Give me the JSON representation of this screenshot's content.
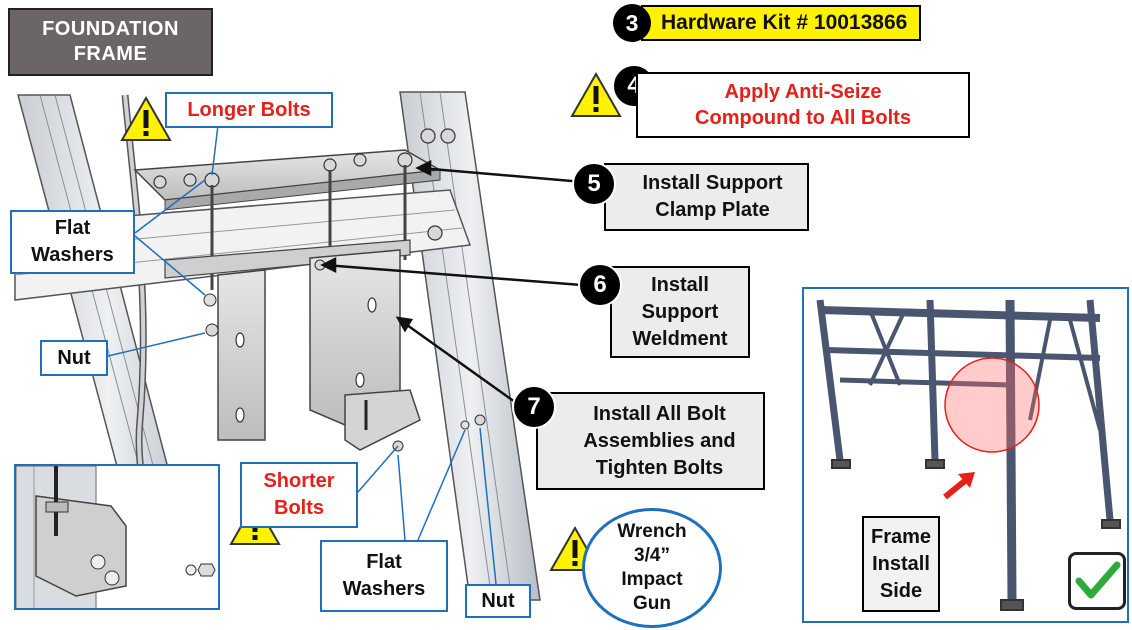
{
  "title": {
    "line1": "FOUNDATION",
    "line2": "FRAME"
  },
  "hardware_kit": {
    "step": "3",
    "label": "Hardware Kit # 10013866"
  },
  "anti_seize": {
    "step": "4",
    "line1": "Apply Anti-Seize",
    "line2": "Compound to All Bolts"
  },
  "steps": [
    {
      "num": "5",
      "lines": [
        "Install Support",
        "Clamp Plate"
      ]
    },
    {
      "num": "6",
      "lines": [
        "Install",
        "Support",
        "Weldment"
      ]
    },
    {
      "num": "7",
      "lines": [
        "Install All Bolt",
        "Assemblies and",
        "Tighten Bolts"
      ]
    }
  ],
  "callouts": {
    "longer_bolts": "Longer Bolts",
    "shorter_bolts": {
      "line1": "Shorter",
      "line2": "Bolts"
    },
    "flat_washers_top": {
      "line1": "Flat",
      "line2": "Washers"
    },
    "nut_left": "Nut",
    "flat_washers_bottom": {
      "line1": "Flat",
      "line2": "Washers"
    },
    "nut_bottom": "Nut"
  },
  "tools": {
    "line1": "Wrench",
    "line2": "3/4”",
    "line3": "Impact",
    "line4": "Gun"
  },
  "frame_install": {
    "line1": "Frame",
    "line2": "Install",
    "line3": "Side"
  },
  "colors": {
    "accent_blue": "#1f6fbf",
    "warning_red": "#e6201a",
    "kit_yellow": "#fff200",
    "title_gray": "#6b6565",
    "check_green": "#2eaa3a"
  },
  "icons": [
    "warning-icon",
    "checkmark-icon",
    "arrow-icon"
  ]
}
